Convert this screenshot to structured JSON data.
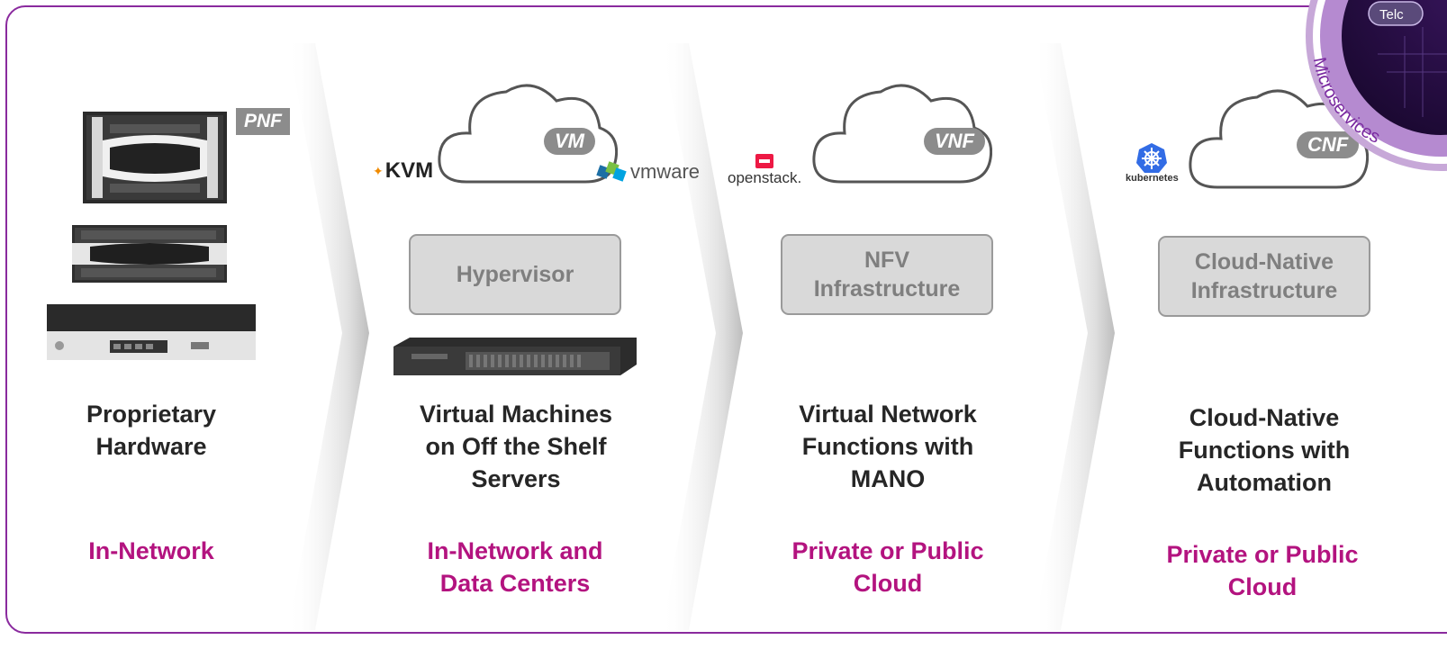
{
  "stages": [
    {
      "title": [
        "Proprietary",
        "Hardware"
      ],
      "environment": [
        "In-Network"
      ],
      "function_label": "PNF"
    },
    {
      "title": [
        "Virtual Machines",
        "on Off the Shelf",
        "Servers"
      ],
      "environment": [
        "In-Network and",
        "Data Centers"
      ],
      "function_label": "VM",
      "infrastructure": [
        "Hypervisor"
      ],
      "logos": [
        "KVM",
        "vmware"
      ]
    },
    {
      "title": [
        "Virtual Network",
        "Functions with",
        "MANO"
      ],
      "environment": [
        "Private or Public",
        "Cloud"
      ],
      "function_label": "VNF",
      "infrastructure": [
        "NFV",
        "Infrastructure"
      ],
      "logos": [
        "openstack."
      ]
    },
    {
      "title": [
        "Cloud-Native",
        "Functions with",
        "Automation"
      ],
      "environment": [
        "Private or Public",
        "Cloud"
      ],
      "function_label": "CNF",
      "infrastructure": [
        "Cloud-Native",
        "Infrastructure"
      ],
      "logos": [
        "kubernetes"
      ]
    }
  ],
  "badge": {
    "curved_text": "Microservices",
    "top_text": "Telc"
  },
  "colors": {
    "frame": "#8a2a9e",
    "environment_text": "#b3137f",
    "title_text": "#262626",
    "infra_fill": "#d9d9d9"
  }
}
